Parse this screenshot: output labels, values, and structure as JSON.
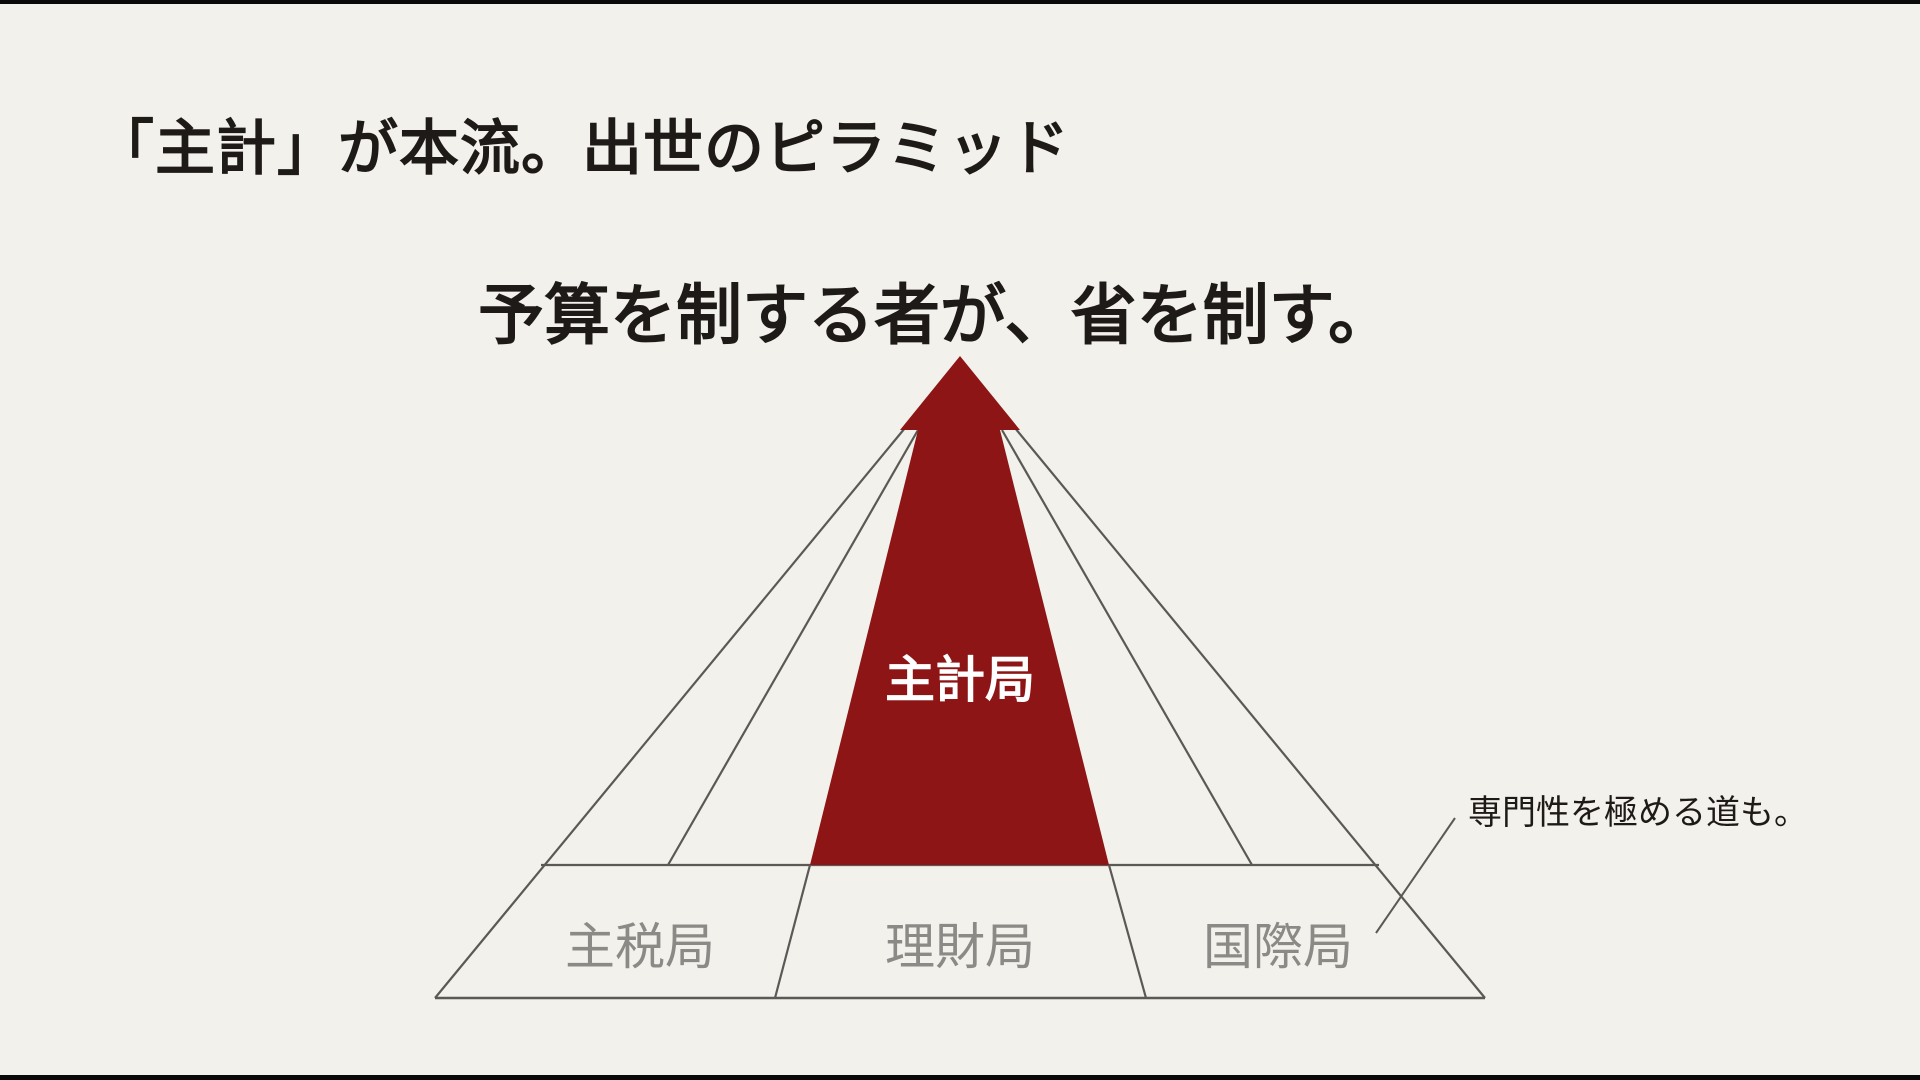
{
  "slide": {
    "title": "「主計」が本流。出世のピラミッド",
    "headline": "予算を制する者が、省を制す。"
  },
  "diagram": {
    "type": "pyramid",
    "top_arrow_label": "主計局",
    "base_labels": [
      "主税局",
      "理財局",
      "国際局"
    ],
    "callout": "専門性を極める道も。",
    "colors": {
      "background": "#f2f1ec",
      "arrow": "#8e1515",
      "lines": "#5a5955",
      "base_label_text": "#8c8a86",
      "title_text": "#1e1a18"
    }
  }
}
